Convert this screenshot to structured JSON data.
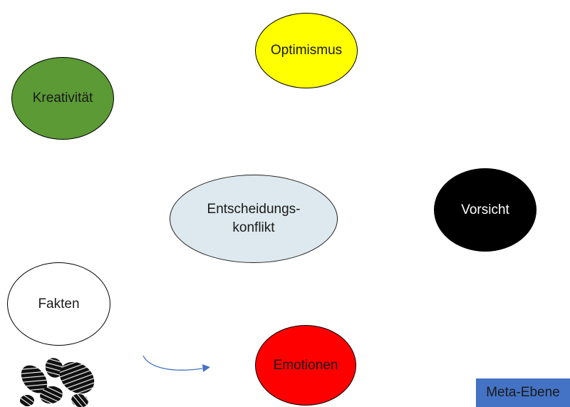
{
  "colors": {
    "optimismus": "#ffff00",
    "kreativitaet": "#5b9a35",
    "center": "#dde9ee",
    "vorsicht": "#000000",
    "fakten": "#ffffff",
    "emotionen": "#ff0000",
    "meta": "#4472c4",
    "arrow": "#4472c4"
  },
  "nodes": {
    "optimismus": "Optimismus",
    "kreativitaet": "Kreativität",
    "center": "Entscheidungs-konflikt",
    "vorsicht": "Vorsicht",
    "fakten": "Fakten",
    "emotionen": "Emotionen"
  },
  "meta_label": "Meta-Ebene",
  "icons": {
    "footprints": "footprints-icon",
    "arrow": "curved-arrow"
  }
}
